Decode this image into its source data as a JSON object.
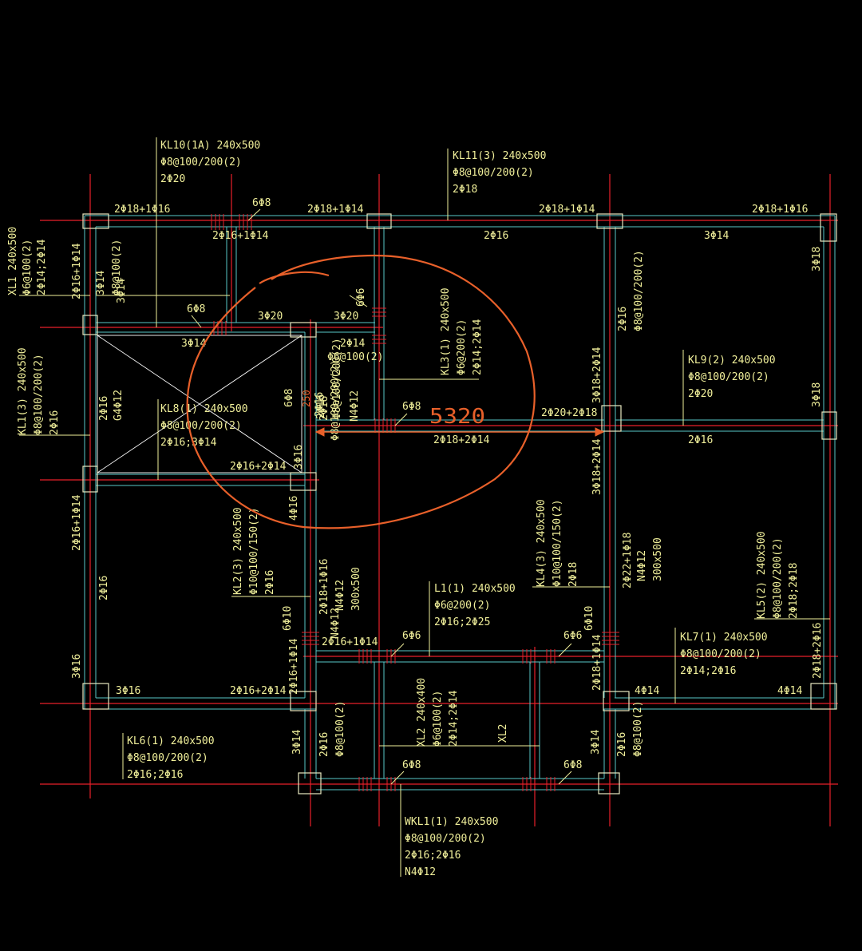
{
  "colors": {
    "background": "#000000",
    "axis": "#e8202a",
    "beam": "#58c8c8",
    "column": "#e8e8c0",
    "label": "#f0ef9a",
    "white": "#ffffff",
    "markup": "#e8602a"
  },
  "labels": {
    "kl10": [
      "KL10(1A) 240x500",
      "Φ8@100/200(2)",
      "2Φ20"
    ],
    "kl11": [
      "KL11(3) 240x500",
      "Φ8@100/200(2)",
      "2Φ18"
    ],
    "xl1": [
      "XL1 240x500",
      "Φ6@100(2)",
      "2Φ14;2Φ14"
    ],
    "kl1": [
      "KL1(3) 240x500",
      "Φ8@100/200(2)",
      "2Φ16"
    ],
    "kl8": [
      "KL8(1) 240x500",
      "Φ8@100/200(2)",
      "2Φ16;3Φ14"
    ],
    "kl3": [
      "KL3(1) 240x500",
      "Φ6@200(2)",
      "2Φ14;2Φ14"
    ],
    "kl9": [
      "KL9(2) 240x500",
      "Φ8@100/200(2)",
      "2Φ20"
    ],
    "kl2": [
      "KL2(3) 240x500",
      "Φ10@100/150(2)",
      "2Φ16"
    ],
    "kl4": [
      "KL4(3) 240x500",
      "Φ10@100/150(2)",
      "2Φ18"
    ],
    "kl5": [
      "KL5(2) 240x500",
      "Φ8@100/200(2)",
      "2Φ18;2Φ18"
    ],
    "l1": [
      "L1(1) 240x500",
      "Φ6@200(2)",
      "2Φ16;2Φ25"
    ],
    "kl7": [
      "KL7(1) 240x500",
      "Φ8@100/200(2)",
      "2Φ14;2Φ16"
    ],
    "kl6": [
      "KL6(1) 240x500",
      "Φ8@100/200(2)",
      "2Φ16;2Φ16"
    ],
    "xl2v": [
      "XL2 240x400",
      "Φ6@100(2)",
      "2Φ14;2Φ14"
    ],
    "xl2": [
      "XL2"
    ],
    "wkl1": [
      "WKL1(1) 240x500",
      "Φ8@100/200(2)",
      "2Φ16;2Φ16",
      "N4Φ12"
    ],
    "n4a": [
      "N4Φ12",
      "300x500"
    ],
    "n4b": [
      "N4Φ12",
      "300x500"
    ],
    "n4c": [
      "N4Φ12"
    ],
    "stirrup_v1": [
      "2Φ16",
      "Φ8@100/200(2)"
    ],
    "stirrup_v2": [
      "2Φ16",
      "Φ8@100/200(2)"
    ],
    "stirrup_v3": [
      "2Φ16",
      "Φ8@100(2)"
    ],
    "stirrup_v4": [
      "2Φ16",
      "Φ8@100(2)"
    ],
    "stirrup_v5": [
      "2Φ16",
      "Φ8@100/200(2)"
    ],
    "xl1b": [
      "3Φ14",
      "Φ8@100(2)"
    ],
    "kl_small": [
      "2Φ16",
      "Φ8@100/200(2)"
    ]
  },
  "rebar": {
    "t1": "2Φ18+1Φ16",
    "t2": "6Φ8",
    "t3": "2Φ18+1Φ14",
    "t4": "2Φ18+1Φ14",
    "t5": "2Φ18+1Φ16",
    "t6": "2Φ16+1Φ14",
    "t7": "2Φ16",
    "t8": "3Φ14",
    "t9": "6Φ8",
    "t10": "3Φ20",
    "t11": "3Φ20",
    "t12": "6Φ6",
    "t13": "3Φ14",
    "t14": "2Φ14",
    "t15": "Φ6@100(2)",
    "t16": "2Φ20+2Φ18",
    "t17": "2Φ18+2Φ14",
    "t18": "2Φ16",
    "t19": "6Φ8",
    "t20": "2Φ16+2Φ14",
    "t21": "2Φ16+1Φ14",
    "t22": "6Φ6",
    "t23": "6Φ6",
    "t24": "3Φ16",
    "t25": "2Φ16+2Φ14",
    "t26": "4Φ14",
    "t27": "4Φ14",
    "t28": "6Φ8",
    "t29": "6Φ8",
    "v1": "2Φ16+1Φ14",
    "v2": "3Φ18",
    "v3": "3Φ18",
    "v4": "3Φ18+2Φ14",
    "v5": "3Φ18+2Φ14",
    "v6": "2Φ16+1Φ14",
    "v7": "2Φ16",
    "v8": "3Φ16",
    "v9": "4Φ16",
    "v10": "3Φ16",
    "v11": "2Φ16",
    "v12": "6Φ8",
    "v13": "6Φ10",
    "v14": "2Φ16+1Φ14",
    "v15": "2Φ18+1Φ16",
    "v16": "6Φ10",
    "v17": "2Φ18+1Φ14",
    "v18": "2Φ22+1Φ18",
    "v19": "2Φ18+2Φ16",
    "v20": "3Φ14",
    "v21": "3Φ14",
    "v22": "2Φ16",
    "v23": "G4Φ12",
    "v24": "2Φ16",
    "v25": "3Φ14",
    "v26": "N4Φ12",
    "v27": "Φ8@100/200(2)"
  },
  "dimensions": {
    "span": "5320",
    "small": "250"
  }
}
